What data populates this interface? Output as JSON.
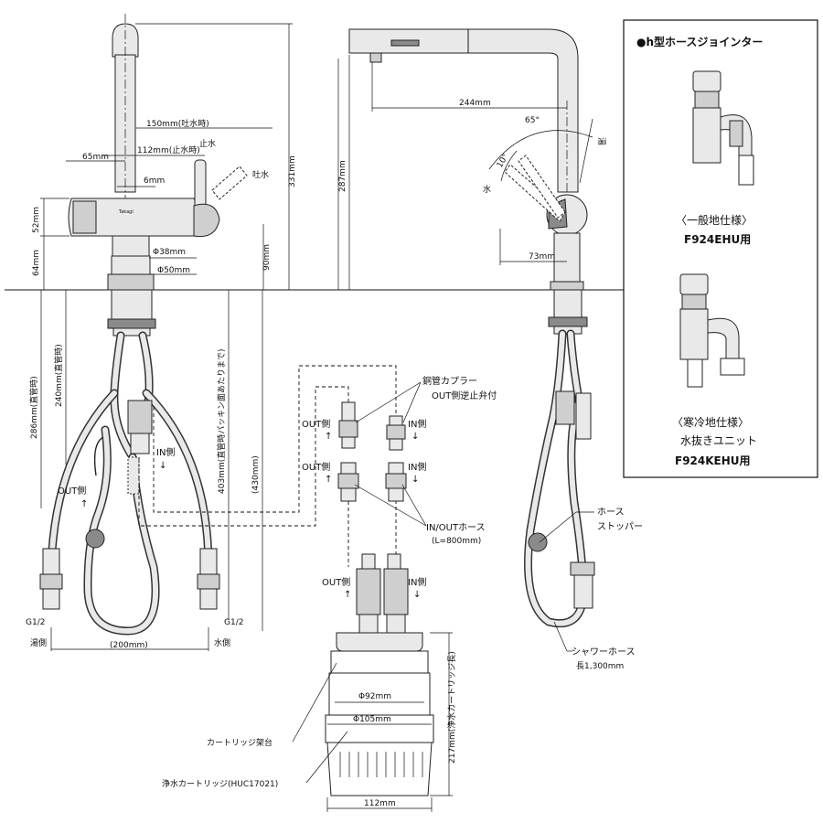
{
  "left_view": {
    "dim_150": "150mm(吐水時)",
    "dim_112": "112mm(止水時)",
    "dim_65": "65mm",
    "dim_6": "6mm",
    "label_stop": "止水",
    "label_spout": "吐水",
    "dim_331": "331mm",
    "dim_52": "52mm",
    "dim_64": "64mm",
    "dim_90": "90mm",
    "dia_38": "Φ38mm",
    "dia_50": "Φ50mm",
    "brand": "Takagi",
    "dim_286": "286mm(直管時)",
    "dim_240": "240mm(直管時)",
    "dim_403": "403mm(直管時パッキン面あたりまで)",
    "dim_430": "(430mm)",
    "label_in": "IN側",
    "label_out": "OUT側",
    "arrow_up": "↑",
    "arrow_down": "↓",
    "g12_left": "G1/2",
    "g12_right": "G1/2",
    "hot_side": "湯側",
    "cold_side": "水側",
    "dim_200": "(200mm)"
  },
  "middle_view": {
    "dim_244": "244mm",
    "dim_287": "287mm",
    "dim_73": "73mm",
    "angle_65": "65°",
    "angle_10": "10°",
    "label_hot": "湯",
    "label_cold": "水"
  },
  "coupler": {
    "title_1": "銅管カプラー",
    "title_2": "OUT側逆止弁付",
    "out_1": "OUT側",
    "in_1": "IN側",
    "out_2": "OUT側",
    "in_2": "IN側",
    "hose_1": "IN/OUTホース",
    "hose_2": "(L=800mm)",
    "arrow_up": "↑",
    "arrow_down": "↓"
  },
  "cartridge": {
    "out": "OUT側",
    "in": "IN側",
    "arrow_up": "↑",
    "arrow_down": "↓",
    "dia_92": "Φ92mm",
    "dia_105": "Φ105mm",
    "dim_217": "217mm(浄水カートリッジ長)",
    "dim_112": "112mm",
    "label_base": "カートリッジ架台",
    "label_cart": "浄水カートリッジ(HUC17021)"
  },
  "right_labels": {
    "hose_stopper_1": "ホース",
    "hose_stopper_2": "ストッパー",
    "shower_hose": "シャワーホース",
    "shower_len": "長1,300mm"
  },
  "inset": {
    "title": "●h型ホースジョインター",
    "general_1": "〈一般地仕様〉",
    "general_2": "F924EHU用",
    "cold_1": "〈寒冷地仕様〉",
    "cold_2": "水抜きユニット",
    "cold_3": "F924KEHU用"
  }
}
